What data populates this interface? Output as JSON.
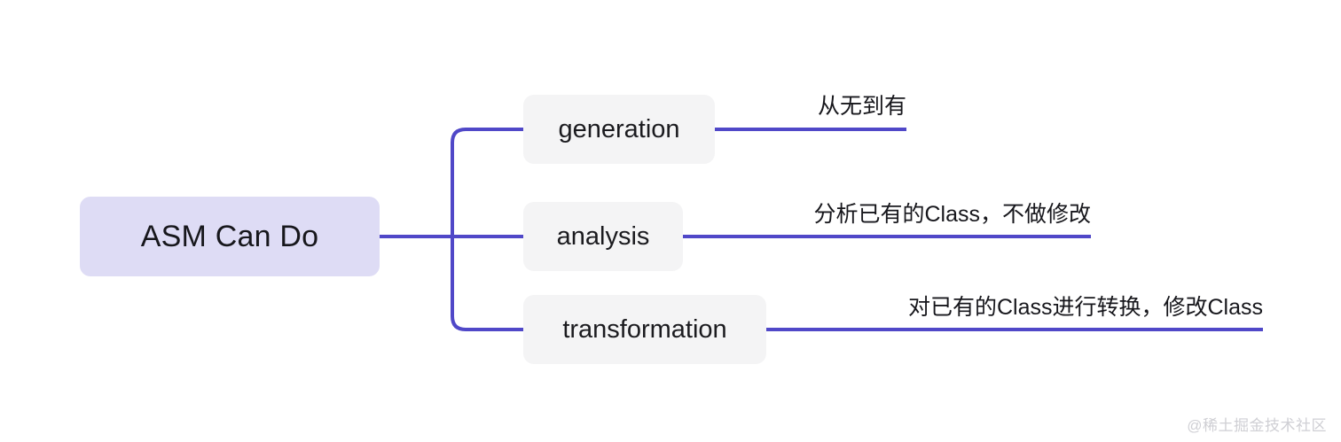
{
  "diagram": {
    "type": "mind-map",
    "orientation": "left-to-right",
    "accent_color": "#5048C8",
    "root_fill": "#DEDCF5",
    "node_fill": "#F4F4F5",
    "text_color": "#17171c",
    "background": "#ffffff",
    "root": {
      "label": "ASM Can Do"
    },
    "branches": [
      {
        "label": "generation",
        "annotation": "从无到有"
      },
      {
        "label": "analysis",
        "annotation": "分析已有的Class，不做修改"
      },
      {
        "label": "transformation",
        "annotation": "对已有的Class进行转换，修改Class"
      }
    ]
  },
  "watermark": {
    "text": "@稀土掘金技术社区"
  }
}
